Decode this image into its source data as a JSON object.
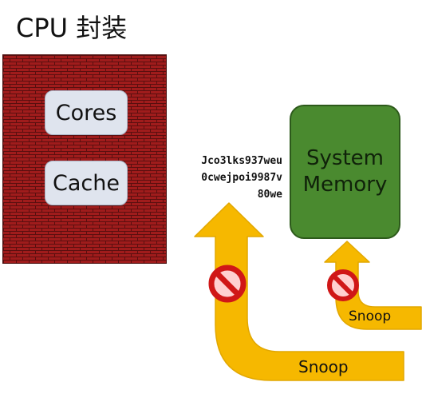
{
  "title": "CPU 封装",
  "cpu_package": {
    "cores_label": "Cores",
    "cache_label": "Cache"
  },
  "system_memory": {
    "line1": "System",
    "line2": "Memory"
  },
  "code_text": {
    "line1": "Jco3lks937weu",
    "line2": "0cwejpoi9987v",
    "line3": "80we"
  },
  "arrows": {
    "big_label": "Snoop",
    "small_label": "Snoop"
  },
  "colors": {
    "brick_red": "#a01c1c",
    "mortar": "#5a0f0f",
    "memory_green": "#4a8a2f",
    "arrow_yellow": "#f6b800",
    "arrow_outline": "#e2a700",
    "block_red": "#d01717"
  },
  "icons": {
    "blocked": "prohibited-icon"
  }
}
